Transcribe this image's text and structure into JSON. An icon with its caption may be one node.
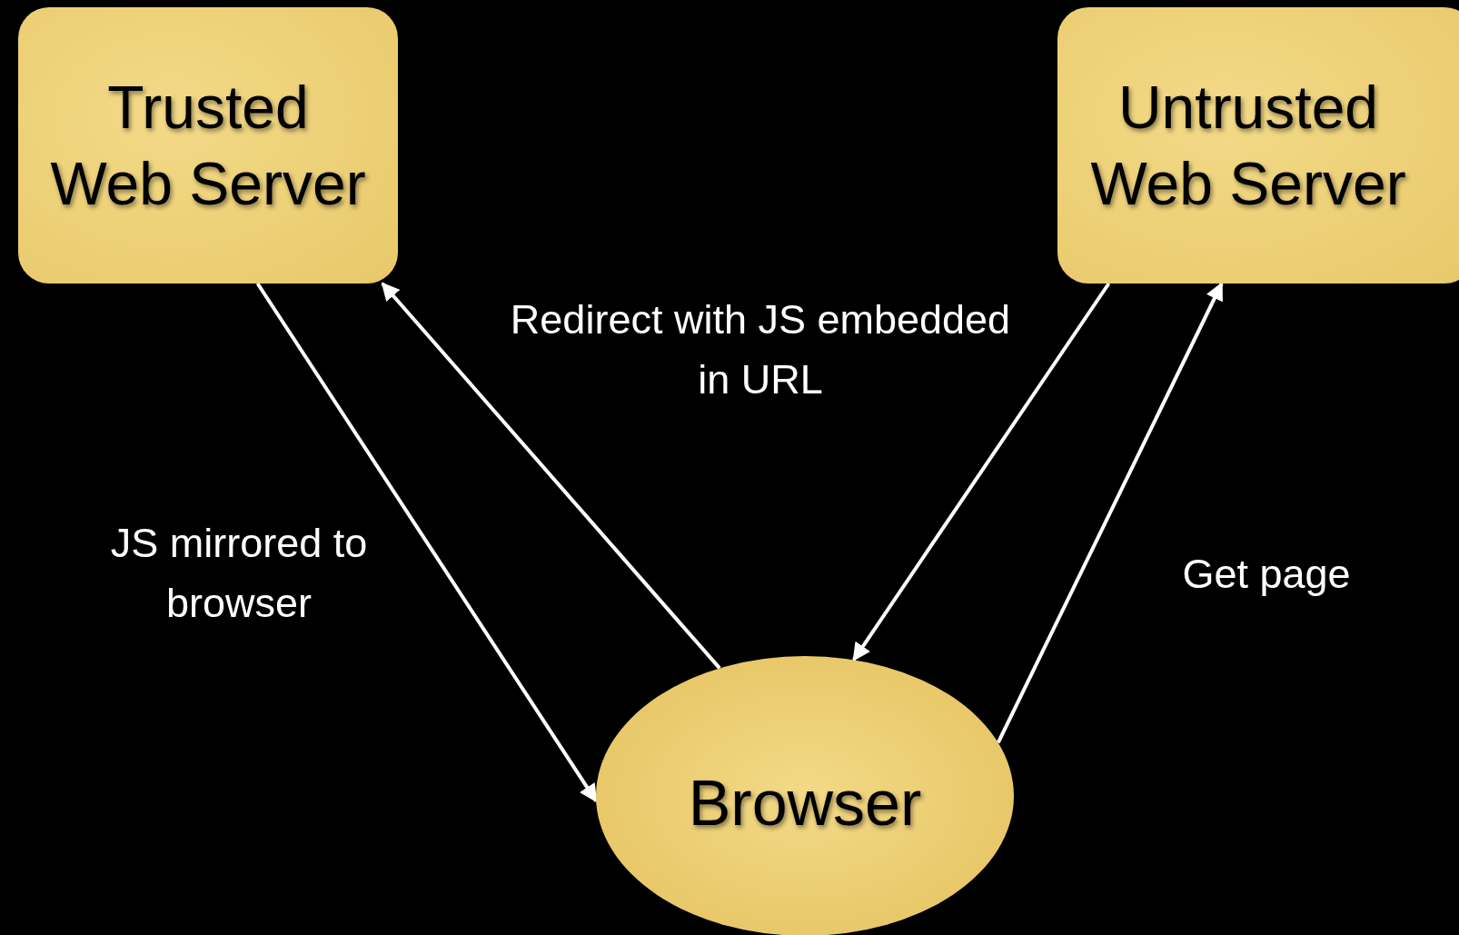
{
  "diagram": {
    "nodes": [
      {
        "text": [
          "Trusted Web Server"
        ]
      },
      {
        "text": [
          "Untrusted Web Server"
        ]
      },
      {
        "text": [
          "Browser"
        ]
      }
    ],
    "edges": [
      {
        "from": 0,
        "to": 2,
        "arrow": "to",
        "label": "JS mirrored to browser"
      },
      {
        "from": 2,
        "to": 0,
        "arrow": "to"
      },
      {
        "from": 1,
        "to": 2,
        "arrow": "to",
        "label": "Redirect with JS embedded in URL"
      },
      {
        "from": 2,
        "to": 1,
        "arrow": "to",
        "label": "Get page"
      }
    ]
  }
}
